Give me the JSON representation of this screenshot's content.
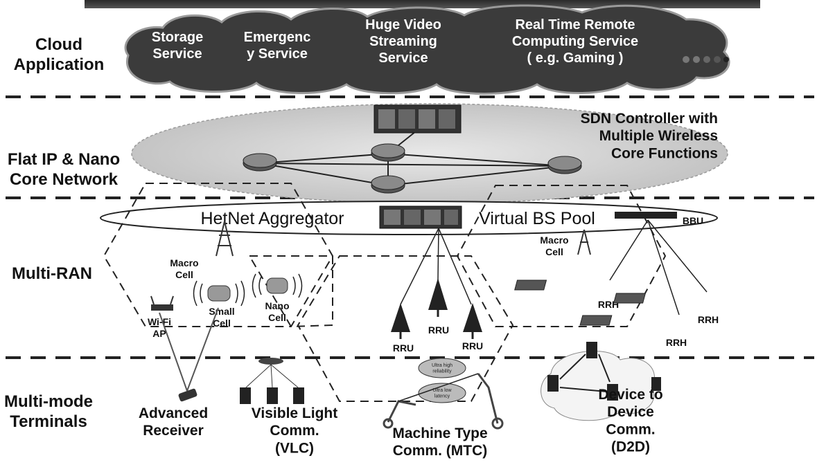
{
  "layers": {
    "cloud": "Cloud\nApplication",
    "core": "Flat IP & Nano\nCore Network",
    "ran": "Multi-RAN",
    "terminals": "Multi-mode\nTerminals"
  },
  "cloud_services": [
    "Storage\nService",
    "Emergenc\ny Service",
    "Huge Video\nStreaming\nService",
    "Real Time Remote\nComputing Service\n( e.g. Gaming )"
  ],
  "core": {
    "sdn": "SDN Controller with\nMultiple Wireless\nCore Functions"
  },
  "ran": {
    "aggregator": "HetNet Aggregator",
    "bs_pool": "Virtual BS Pool",
    "bbu": "BBU",
    "macro_cell": "Macro\nCell",
    "small_cell": "Small\nCell",
    "nano_cell": "Nano\nCell",
    "wifi": "Wi-Fi\nAP",
    "macro_cell_right": "Macro\nCell",
    "rru": "RRU",
    "rrh": "RRH"
  },
  "terminals": {
    "adv": "Advanced\nReceiver",
    "vlc": "Visible Light\nComm.\n(VLC)",
    "mtc": "Machine Type\nComm. (MTC)",
    "d2d": "Device to\nDevice\nComm.\n(D2D)",
    "mtc_bubble1": "Ultra high\nreliability",
    "mtc_bubble2": "Ultra low\nlatency"
  }
}
